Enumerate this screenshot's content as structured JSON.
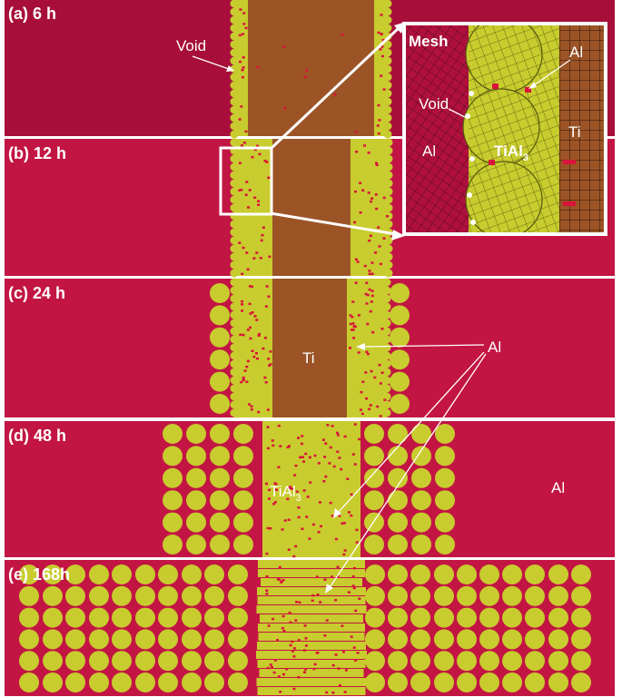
{
  "panels": [
    {
      "label": "(a) 6 h",
      "base_color": "#a70f3a"
    },
    {
      "label": "(b) 12 h",
      "base_color": "#c21543"
    },
    {
      "label": "(c) 24 h",
      "base_color": "#c21543"
    },
    {
      "label": "(d) 48 h",
      "base_color": "#c21543"
    },
    {
      "label": "(e) 168h",
      "base_color": "#c21543"
    }
  ],
  "annotations": {
    "void_a": "Void",
    "ti_c": "Ti",
    "al_c": "Al",
    "tial3_d": "TiAl",
    "tial3_d_sub": "3",
    "al_d": "Al"
  },
  "inset": {
    "mesh": "Mesh",
    "al_top": "Al",
    "void": "Void",
    "al_left": "Al",
    "tial3": "TiAl",
    "tial3_sub": "3",
    "ti": "Ti"
  },
  "colors": {
    "al": "#c21543",
    "al_dark": "#a70f3a",
    "ti": "#9c5426",
    "tial3": "#c8cc2e",
    "grid_dark": "#6b0b27",
    "defect": "#d8143a"
  }
}
